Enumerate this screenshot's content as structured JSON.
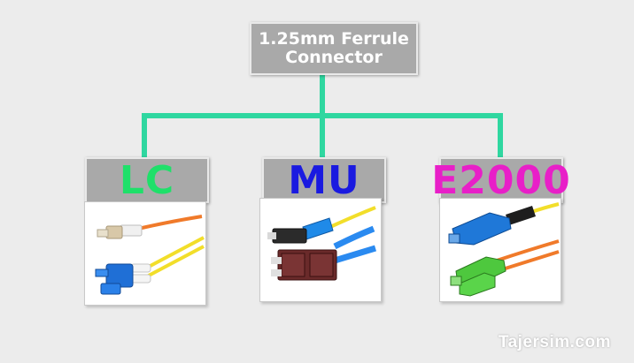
{
  "root": {
    "label": "1.25mm Ferrule\nConnector"
  },
  "categories": [
    {
      "id": "lc",
      "label": "LC",
      "color": "#1fe06a"
    },
    {
      "id": "mu",
      "label": "MU",
      "color": "#1a1ae0"
    },
    {
      "id": "e2000",
      "label": "E2000",
      "color": "#e81fc8"
    }
  ],
  "watermark": "Tajersim.com",
  "colors": {
    "connector_line": "#2fd7a0",
    "label_box": "#a9a9a9",
    "background": "#ececec"
  }
}
